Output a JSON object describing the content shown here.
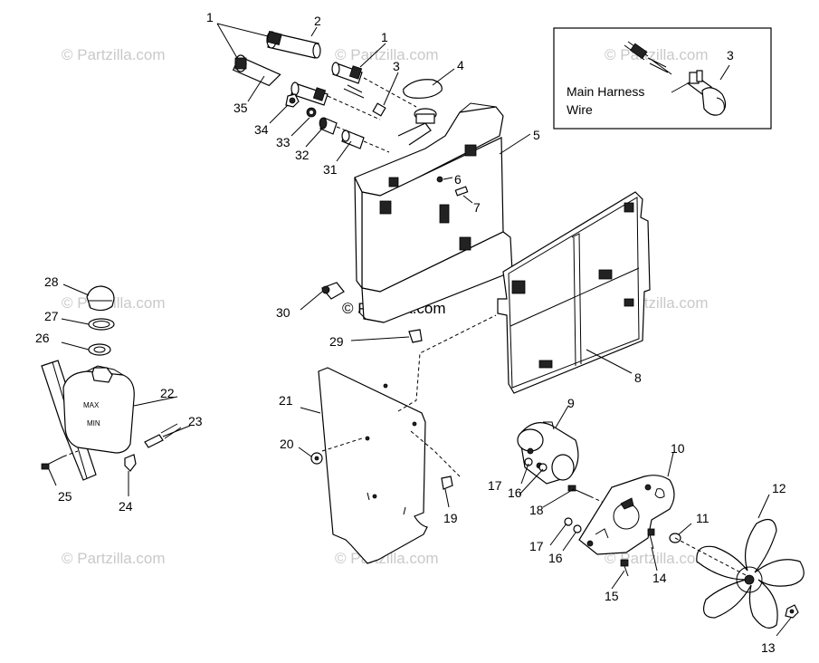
{
  "watermark": {
    "text": "© Partzilla.com",
    "center_text": "© Partzilla.com"
  },
  "inset": {
    "label_line1": "Main Harness",
    "label_line2": "Wire",
    "part_number": "3"
  },
  "callouts": {
    "n1a": "1",
    "n1b": "1",
    "n2": "2",
    "n3": "3",
    "n4": "4",
    "n5": "5",
    "n6": "6",
    "n7": "7",
    "n8": "8",
    "n9": "9",
    "n10": "10",
    "n11": "11",
    "n12": "12",
    "n13": "13",
    "n14": "14",
    "n15": "15",
    "n16a": "16",
    "n16b": "16",
    "n17a": "17",
    "n17b": "17",
    "n18": "18",
    "n19": "19",
    "n20": "20",
    "n21": "21",
    "n22": "22",
    "n23": "23",
    "n24": "24",
    "n25": "25",
    "n26": "26",
    "n27": "27",
    "n28": "28",
    "n29": "29",
    "n30": "30",
    "n31": "31",
    "n32": "32",
    "n33": "33",
    "n34": "34",
    "n35": "35"
  },
  "tank_marks": {
    "max": "MAX",
    "min": "MIN"
  }
}
